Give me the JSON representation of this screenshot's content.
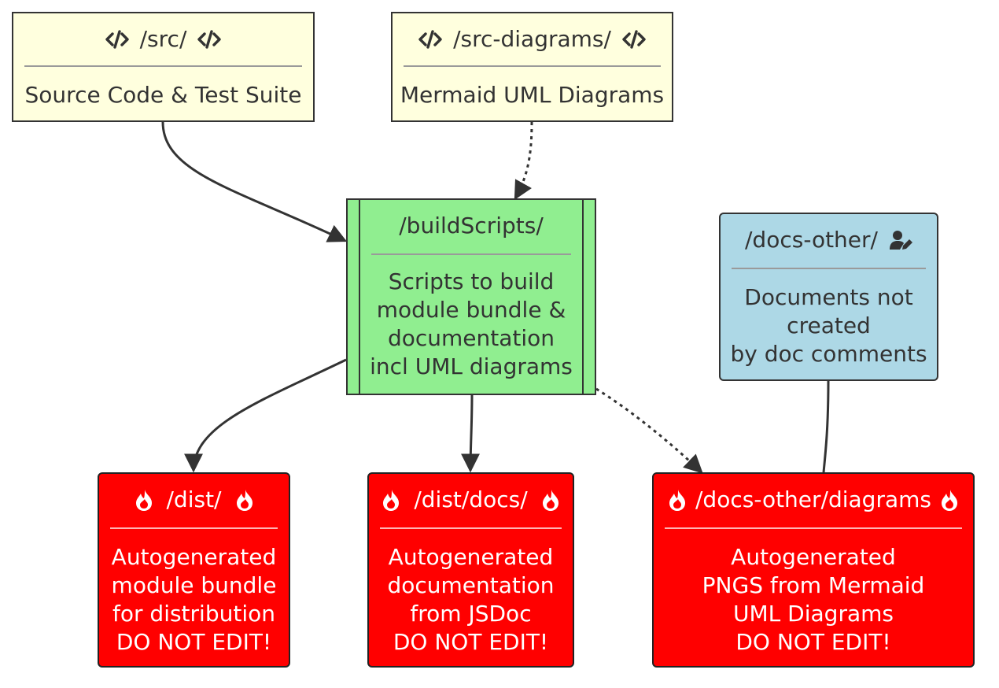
{
  "nodes": {
    "src": {
      "label": "/src/",
      "description": "Source Code & Test Suite",
      "icon": "code-icon",
      "color": "#ffffde"
    },
    "src_diagrams": {
      "label": "/src-diagrams/",
      "description": "Mermaid UML Diagrams",
      "icon": "code-icon",
      "color": "#ffffde"
    },
    "build_scripts": {
      "label": "/buildScripts/",
      "description": "Scripts to build\nmodule bundle &\ndocumentation\nincl UML diagrams",
      "color": "#90ee90"
    },
    "docs_other": {
      "label": "/docs-other/",
      "description": "Documents not\ncreated\nby doc comments",
      "icon": "user-edit-icon",
      "color": "#add8e6"
    },
    "dist": {
      "label": "/dist/",
      "description": "Autogenerated\nmodule bundle\nfor distribution\nDO NOT EDIT!",
      "icon": "fire-icon",
      "color": "#ff0000"
    },
    "dist_docs": {
      "label": "/dist/docs/",
      "description": "Autogenerated\ndocumentation\nfrom JSDoc\nDO NOT EDIT!",
      "icon": "fire-icon",
      "color": "#ff0000"
    },
    "docs_other_diagrams": {
      "label": "/docs-other/diagrams",
      "description": "Autogenerated\nPNGS from Mermaid\nUML Diagrams\nDO NOT EDIT!",
      "icon": "fire-icon",
      "color": "#ff0000"
    }
  },
  "edges": [
    {
      "from": "src",
      "to": "build_scripts",
      "style": "solid"
    },
    {
      "from": "src_diagrams",
      "to": "build_scripts",
      "style": "dotted"
    },
    {
      "from": "build_scripts",
      "to": "dist",
      "style": "solid"
    },
    {
      "from": "build_scripts",
      "to": "dist_docs",
      "style": "solid"
    },
    {
      "from": "build_scripts",
      "to": "docs_other_diagrams",
      "style": "dotted"
    },
    {
      "from": "docs_other",
      "to": "docs_other_diagrams",
      "style": "solid-no-arrow"
    }
  ]
}
